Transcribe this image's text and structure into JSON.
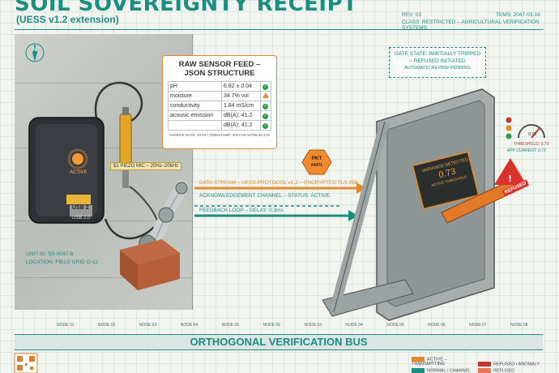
{
  "header": {
    "title": "SOIL SOVEREIGNTY RECEIPT",
    "subtitle": "(UESS v1.2 extension)",
    "rev": "REV: 03",
    "date": "TEMS: 2047-03-16",
    "classification": "CLASS: RESTRICTED – AGRICULTURAL VERIFICATION SYSTEMS"
  },
  "device": {
    "status_label": "ACTIVE",
    "usb_a": "USB 2",
    "usb_b": "USB 2.0",
    "unit_id": "UNIT ID: SS-0047-B",
    "location": "LOCATION: FIELD GRID O-12",
    "sensor_tag": "$1 PIEZO MIC – 20Hz–20kHz"
  },
  "sensor_panel": {
    "title_line1": "RAW SENSOR FEED –",
    "title_line2": "JSON STRUCTURE",
    "rows": [
      {
        "key": "pH",
        "value": "6.82 ± 0.04",
        "status": "ok"
      },
      {
        "key": "moisture",
        "value": "34.7% vol",
        "status": "warn"
      },
      {
        "key": "conductivity",
        "value": "1.84 mS/cm",
        "status": "ok"
      },
      {
        "key": "acousic emission",
        "value": "dB(A): 41.2",
        "status": "ok"
      },
      {
        "key": "",
        "value": "dB(A): 41.2",
        "status": "ok"
      }
    ],
    "footer": "SAMPLE RATE: 10 Hz | TIMESTAMP: 2047-03-16T06:42:17Z"
  },
  "streams": {
    "data": "DATA STREAM – UESS PROTOCOL v1.2 – ENCRYPTED TLS 256",
    "ack": "ACKNOWLEDGEMENT CHANNEL – STATUS: ACTIVE",
    "feedback": "FEEDBACK LOOP – DELAY: 0.3ms",
    "packet_line1": "PKT",
    "packet_line2": "#4471"
  },
  "gate": {
    "state_line1": "GATE STATE: PARTIALLY TRIPPED",
    "state_line2": "– REFUSED INITIATED",
    "state_line3": "AUTOMATIC REVIEW PENDING",
    "screen_line1": "VARIANCE DETECTED",
    "screen_value": "0.73",
    "screen_line2": "ACTIVE THRESHOLD",
    "refused": "REFUSED",
    "threshold": "THRESHOLD: 0.70",
    "current": "APP CURRENT: 0.73",
    "gauge_value": "0.73"
  },
  "bus": {
    "label": "ORTHOGONAL VERIFICATION BUS",
    "nodes": [
      "NODE 01",
      "NODE 02",
      "NODE 03",
      "NODE 04",
      "NODE 05",
      "NODE 06",
      "NODE 03",
      "NODE 04",
      "NODE 05",
      "NODE 06",
      "NODE 07",
      "NODE 08"
    ]
  },
  "legend": {
    "items": [
      {
        "label": "ACTIVE – TRANSMITTING",
        "color": "#e28a2a"
      },
      {
        "label": "REFUSED / ANOMALY",
        "color": "#c0392b"
      },
      {
        "label": "NORMAL / CHANNEL",
        "color": "#1b8e80"
      },
      {
        "label": "REFUSED",
        "color": "#e8745a"
      }
    ]
  },
  "colors": {
    "teal": "#1b8e80",
    "orange": "#e28a2a",
    "red": "#c0392b"
  }
}
